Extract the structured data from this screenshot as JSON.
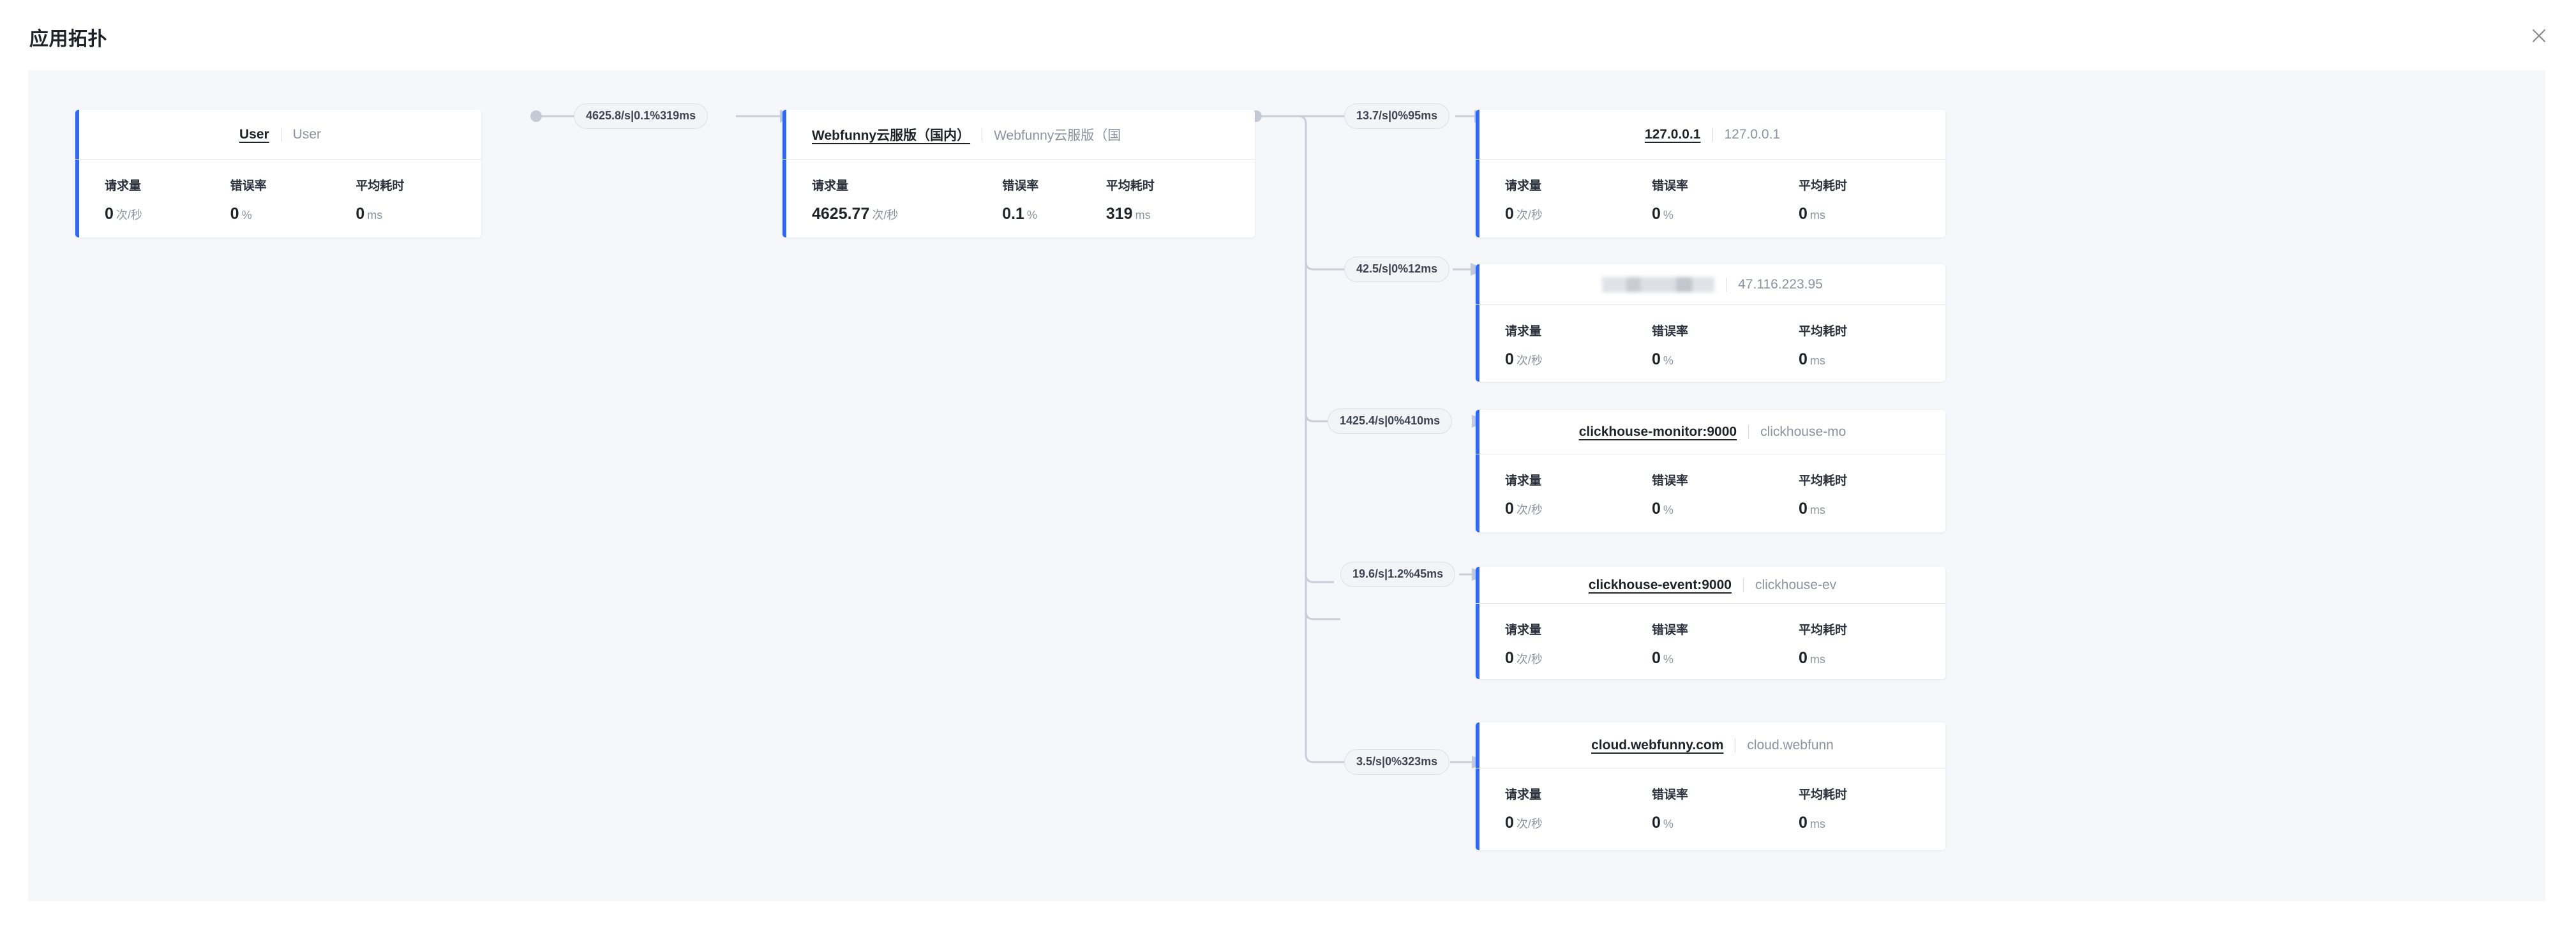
{
  "header": {
    "title": "应用拓扑",
    "close_icon": "close-icon"
  },
  "metric_labels": {
    "requests": "请求量",
    "error_rate": "错误率",
    "avg_latency": "平均耗时"
  },
  "metric_units": {
    "requests": "次/秒",
    "error_rate": "%",
    "avg_latency": "ms"
  },
  "nodes": [
    {
      "id": "user",
      "name": "User",
      "sub": "User",
      "redacted": false,
      "requests": "0",
      "error_rate": "0",
      "avg_latency": "0"
    },
    {
      "id": "webfunny-cloud-cn",
      "name": "Webfunny云服版（国内）",
      "sub": "Webfunny云服版（国",
      "redacted": false,
      "requests": "4625.77",
      "error_rate": "0.1",
      "avg_latency": "319"
    },
    {
      "id": "localhost",
      "name": "127.0.0.1",
      "sub": "127.0.0.1",
      "redacted": false,
      "requests": "0",
      "error_rate": "0",
      "avg_latency": "0"
    },
    {
      "id": "host-47-116-223-95",
      "name": "",
      "sub": "47.116.223.95",
      "redacted": true,
      "requests": "0",
      "error_rate": "0",
      "avg_latency": "0"
    },
    {
      "id": "clickhouse-monitor",
      "name": "clickhouse-monitor:9000",
      "sub": "clickhouse-mo",
      "redacted": false,
      "requests": "0",
      "error_rate": "0",
      "avg_latency": "0"
    },
    {
      "id": "clickhouse-event",
      "name": "clickhouse-event:9000",
      "sub": "clickhouse-ev",
      "redacted": false,
      "requests": "0",
      "error_rate": "0",
      "avg_latency": "0"
    },
    {
      "id": "cloud-webfunny-com",
      "name": "cloud.webfunny.com",
      "sub": "cloud.webfunn",
      "redacted": false,
      "requests": "0",
      "error_rate": "0",
      "avg_latency": "0"
    }
  ],
  "edges": [
    {
      "id": "user-to-webfunny",
      "label": "4625.8/s|0.1%319ms"
    },
    {
      "id": "webfunny-to-localhost",
      "label": "13.7/s|0%95ms"
    },
    {
      "id": "webfunny-to-host",
      "label": "42.5/s|0%12ms"
    },
    {
      "id": "webfunny-to-ch-monitor",
      "label": "1425.4/s|0%410ms"
    },
    {
      "id": "webfunny-to-ch-event",
      "label": "19.6/s|1.2%45ms"
    },
    {
      "id": "webfunny-to-cloud",
      "label": "3.5/s|0%323ms"
    }
  ],
  "colors": {
    "accent": "#2d68f8",
    "canvas_bg": "#f5f7fa",
    "edge_line": "#c8cfdb"
  }
}
